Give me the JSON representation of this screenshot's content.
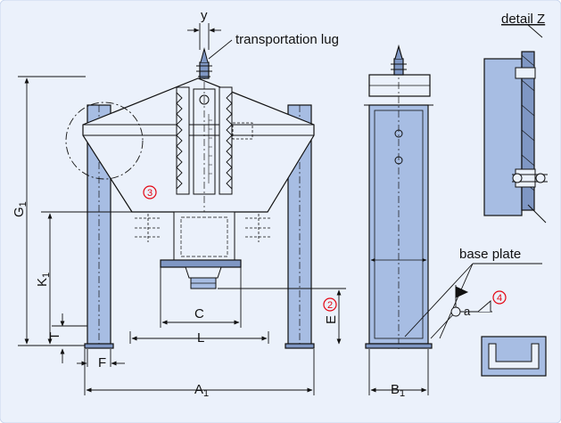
{
  "colors": {
    "background": "#ebf1fb",
    "steel": "#a7bde3",
    "steel_dark": "#7f97c4",
    "line": "#111111",
    "callout": "#e30613"
  },
  "labels": {
    "transport_lug": "transportation lug",
    "detail": "detail Z",
    "base_plate": "base plate",
    "weld_a": "a"
  },
  "dims": {
    "y": "y",
    "g": "G",
    "g_sub": "1",
    "k": "K",
    "k_sub": "1",
    "t": "T",
    "f": "F",
    "c": "C",
    "l": "L",
    "e": "E",
    "a": "A",
    "a_sub": "1",
    "b": "B",
    "b_sub": "1"
  },
  "callouts": {
    "c2": "2",
    "c3": "3",
    "c4": "4"
  }
}
